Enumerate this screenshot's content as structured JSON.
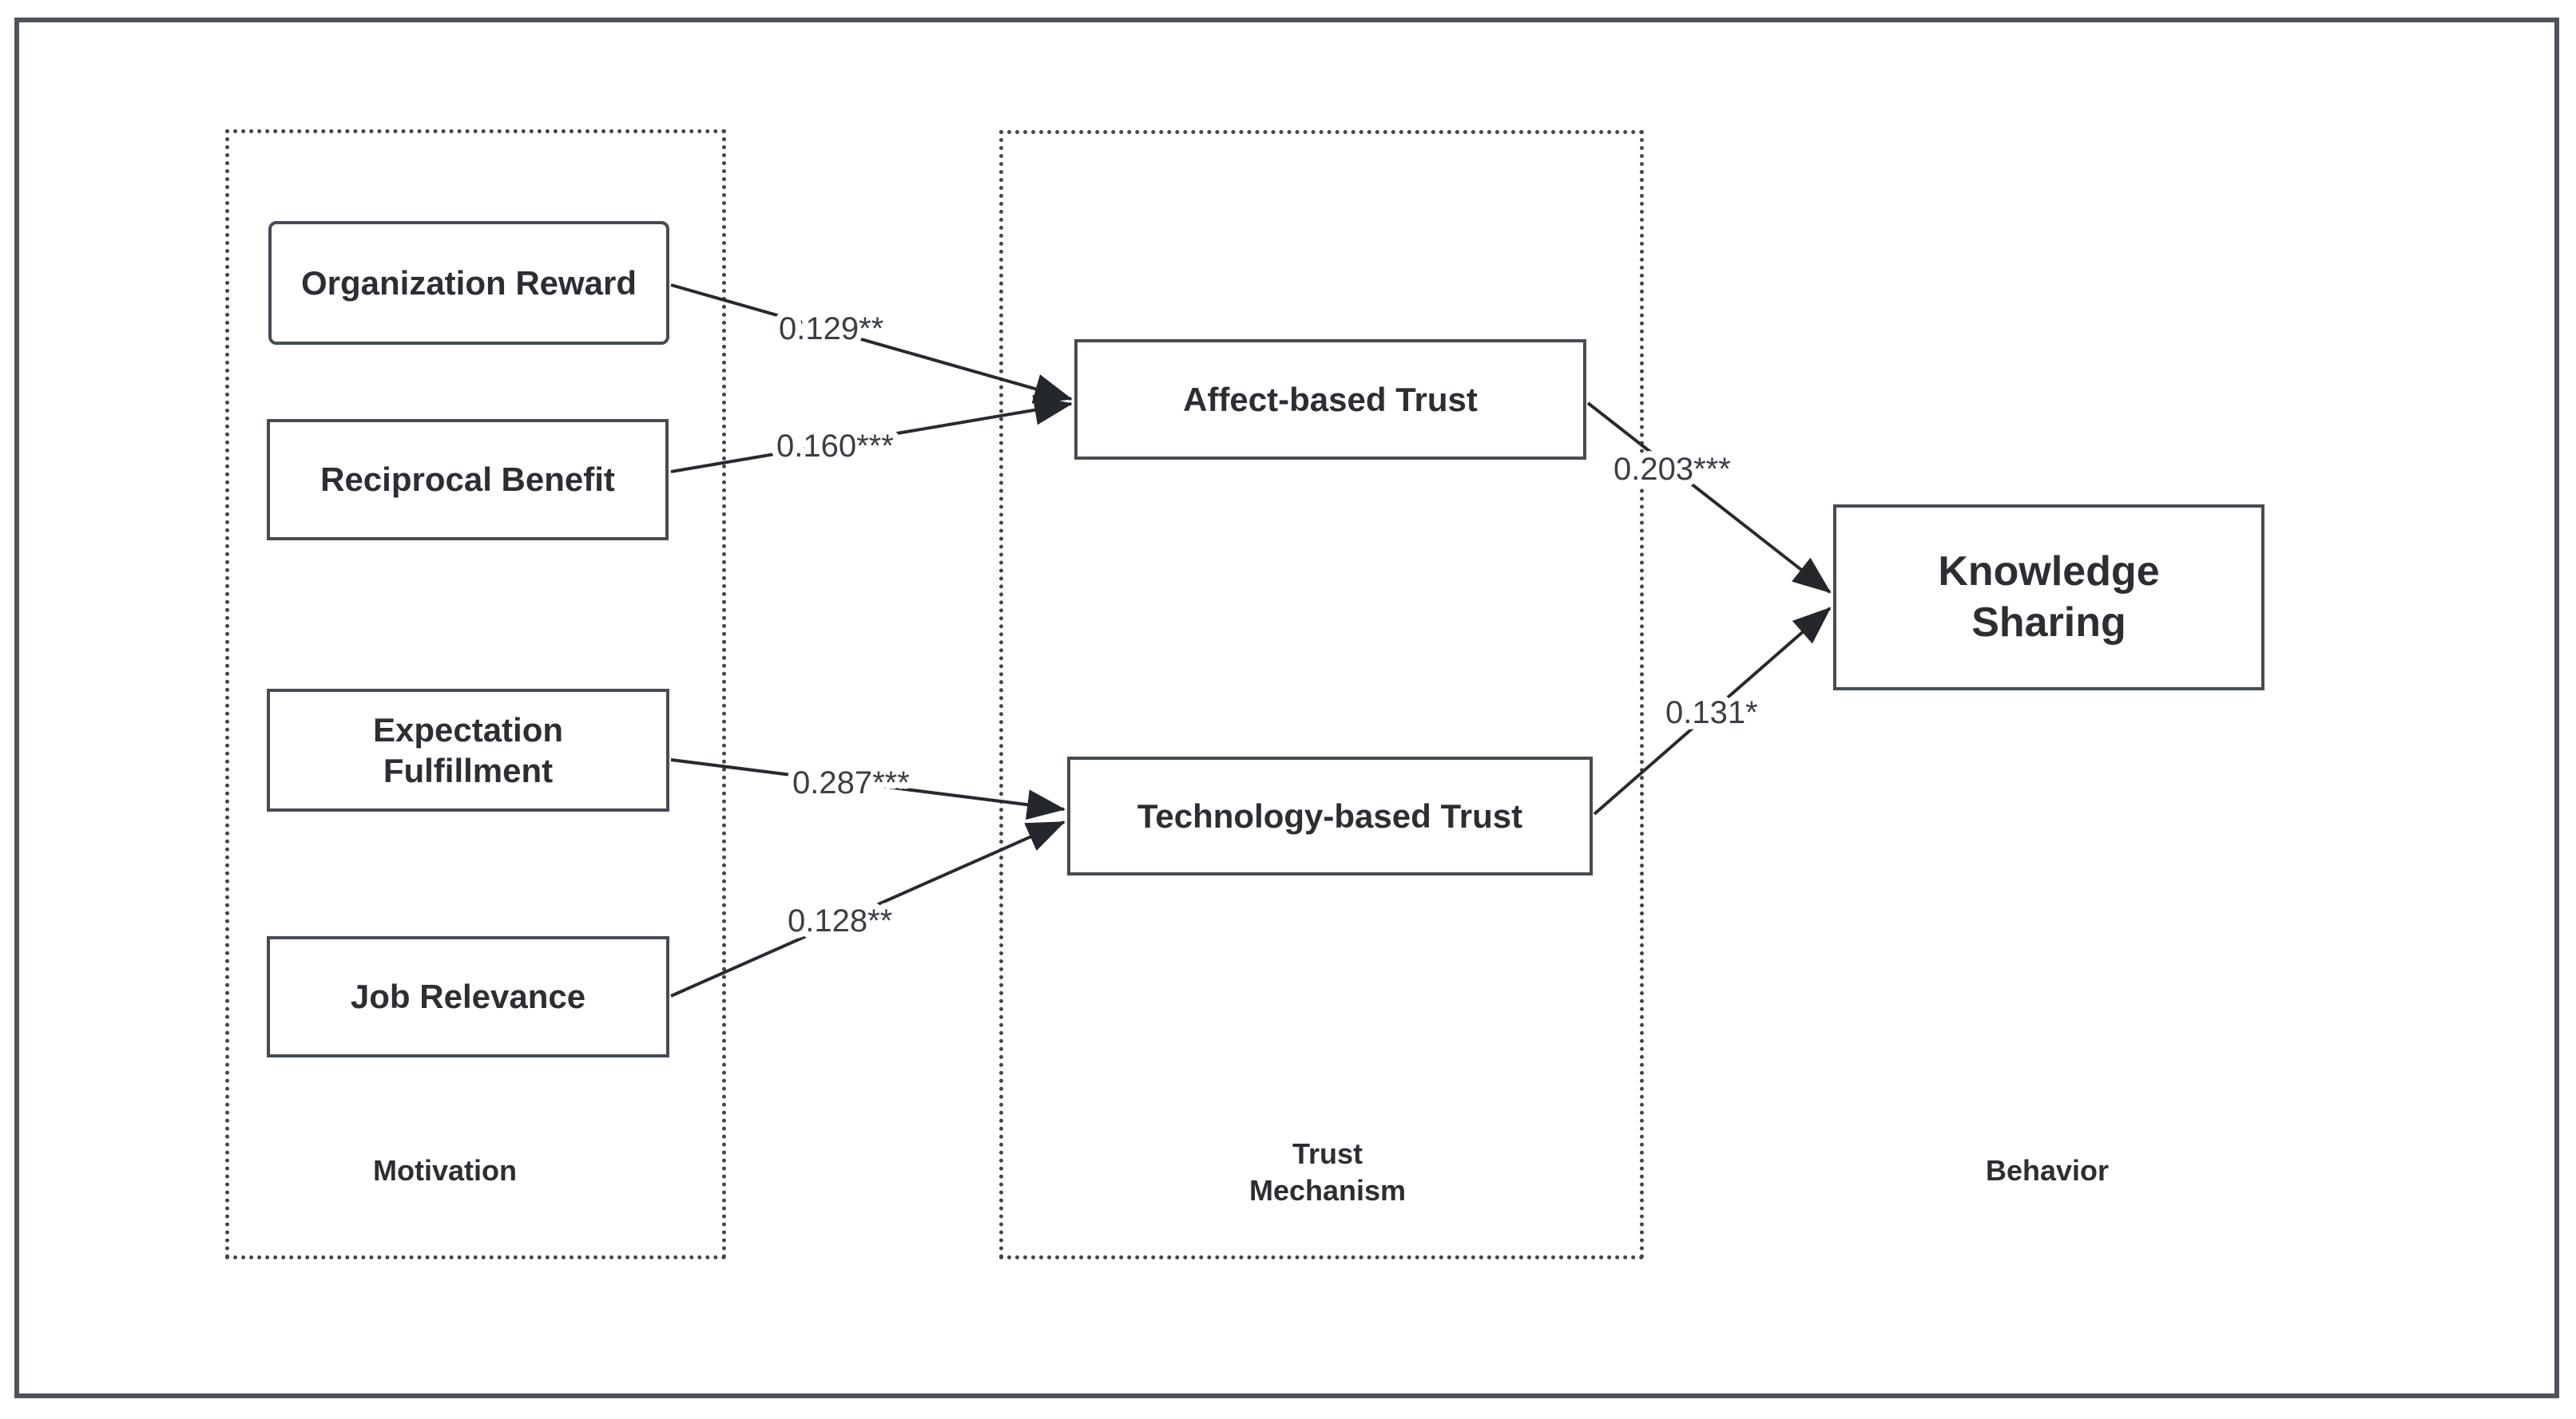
{
  "diagram": {
    "nodes": {
      "organization_reward": {
        "label": "Organization Reward"
      },
      "reciprocal_benefit": {
        "label": "Reciprocal Benefit"
      },
      "expectation_fulfillment": {
        "label": "Expectation\nFulfillment"
      },
      "job_relevance": {
        "label": "Job Relevance"
      },
      "affect_trust": {
        "label": "Affect-based Trust"
      },
      "tech_trust": {
        "label": "Technology-based Trust"
      },
      "knowledge_sharing": {
        "label": "Knowledge\nSharing"
      }
    },
    "groups": {
      "motivation": {
        "label": "Motivation"
      },
      "trust_mechanism": {
        "label": "Trust\nMechanism"
      },
      "behavior": {
        "label": "Behavior"
      }
    },
    "paths": {
      "org_to_affect": {
        "coefficient": "0.129**"
      },
      "recip_to_affect": {
        "coefficient": "0.160***"
      },
      "expect_to_tech": {
        "coefficient": "0.287***"
      },
      "job_to_tech": {
        "coefficient": "0.128**"
      },
      "affect_to_ks": {
        "coefficient": "0.203***"
      },
      "tech_to_ks": {
        "coefficient": "0.131*"
      }
    },
    "colors": {
      "frame_border": "#4d545c",
      "node_border": "#454c55",
      "arrow": "#272b30",
      "text": "#2b2f34",
      "background": "#ffffff"
    }
  }
}
